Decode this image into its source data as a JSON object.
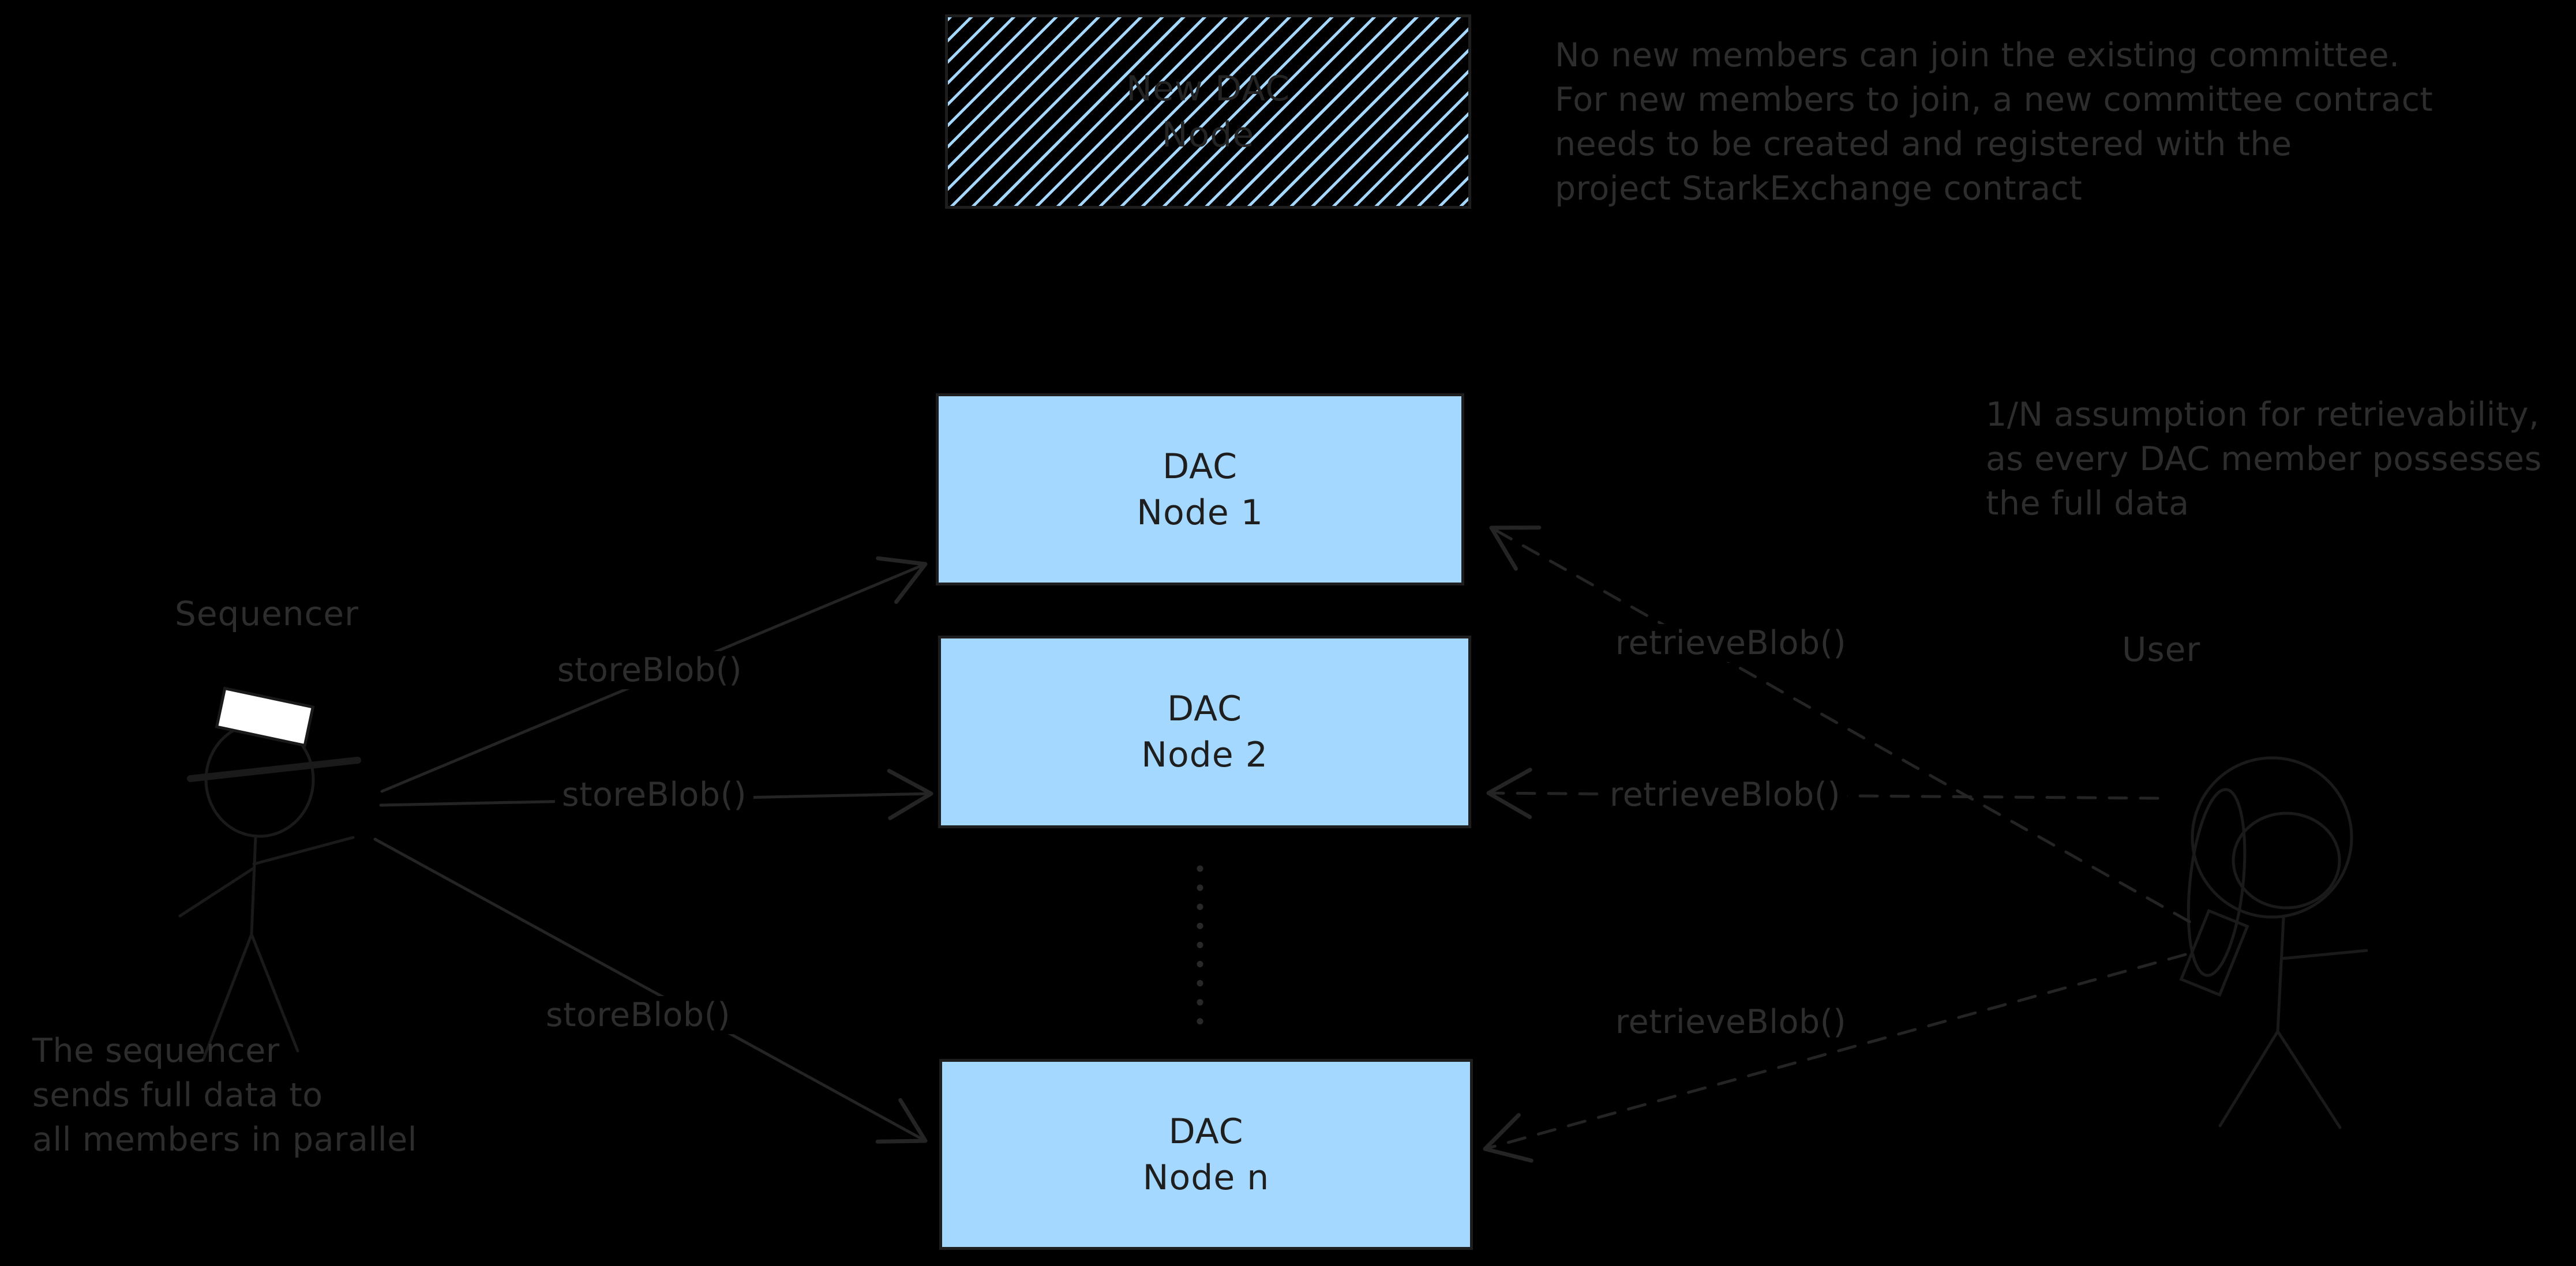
{
  "colors": {
    "background": "#000000",
    "node_fill": "#a5d8ff",
    "outline": "#1e1e1e",
    "annotation_text": "#2d2d2d",
    "connector_stroke": "#242424",
    "figure_stroke": "#1a1a1a",
    "dotted_stroke": "#282828",
    "hat_fill": "#ffffff"
  },
  "new_dac_box": {
    "line1": "New DAC",
    "line2": "Node"
  },
  "nodes": [
    {
      "line1": "DAC",
      "line2": "Node 1"
    },
    {
      "line1": "DAC",
      "line2": "Node 2"
    },
    {
      "line1": "DAC",
      "line2": "Node n"
    }
  ],
  "actors": {
    "sequencer_label": "Sequencer",
    "user_label": "User"
  },
  "edge_labels": {
    "store_blob_1": "storeBlob()",
    "store_blob_2": "storeBlob()",
    "store_blob_3": "storeBlob()",
    "retrieve_blob_1": "retrieveBlob()",
    "retrieve_blob_2": "retrieveBlob()",
    "retrieve_blob_3": "retrieveBlob()"
  },
  "notes": {
    "committee_note": "No new members can join the existing committee.\nFor new members to join, a new committee contract\nneeds to be created and registered with the\nproject StarkExchange contract",
    "retrievability_note": "1/N assumption for retrievability,\nas every DAC member possesses\nthe full data",
    "sequencer_note": "The sequencer\nsends full data to\nall members in parallel"
  }
}
